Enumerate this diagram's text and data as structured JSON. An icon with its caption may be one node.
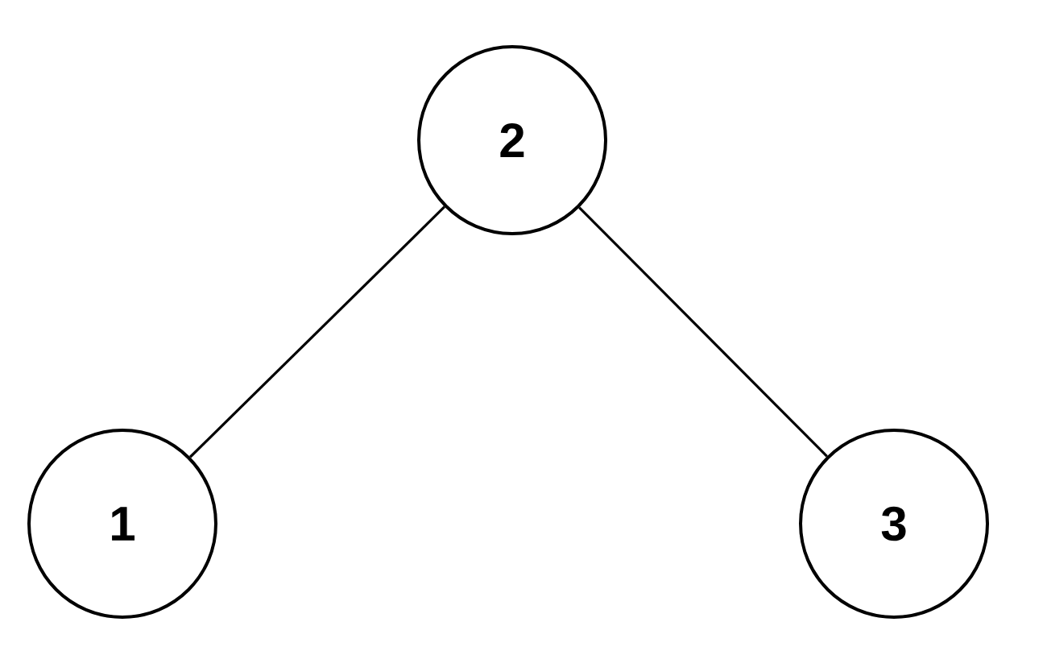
{
  "diagram": {
    "nodes": [
      {
        "text": [
          "2"
        ]
      },
      {
        "text": [
          "1"
        ]
      },
      {
        "text": [
          "3"
        ]
      }
    ],
    "edges": [
      {
        "from": 0,
        "to": 1,
        "arrow": "none"
      },
      {
        "from": 0,
        "to": 2,
        "arrow": "none"
      }
    ]
  }
}
